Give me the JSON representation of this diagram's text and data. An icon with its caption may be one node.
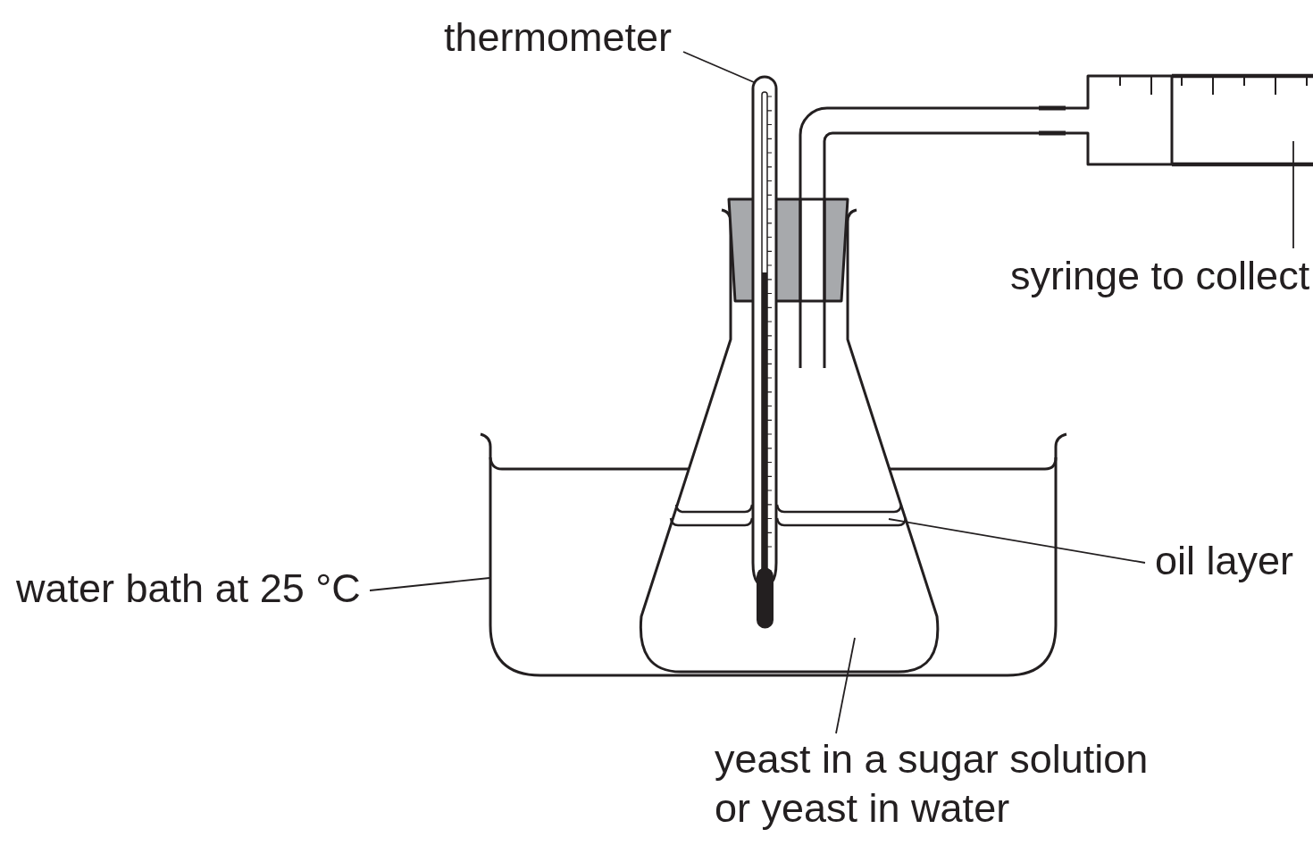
{
  "diagram": {
    "nodes": [
      {
        "text": [
          "thermometer"
        ]
      },
      {
        "text": [
          "syringe to collect"
        ]
      },
      {
        "text": [
          "oil layer"
        ]
      },
      {
        "text": [
          "water bath at 25 °C"
        ]
      },
      {
        "text": [
          "yeast in a sugar solution or yeast in water"
        ]
      },
      {
        "text": [],
        "shape": "picture"
      },
      {
        "text": [],
        "shape": "picture"
      },
      {
        "text": [],
        "shape": "picture"
      },
      {
        "text": [],
        "shape": "bar"
      },
      {
        "text": [],
        "shape": "picture"
      }
    ],
    "edges": [
      {
        "from": 0,
        "to": 5,
        "arrow": "none"
      },
      {
        "from": 1,
        "to": 6,
        "arrow": "none"
      },
      {
        "from": 2,
        "to": 8,
        "arrow": "none"
      },
      {
        "from": 3,
        "to": 9,
        "arrow": "none"
      },
      {
        "from": 4,
        "to": 7,
        "arrow": "none"
      }
    ]
  }
}
